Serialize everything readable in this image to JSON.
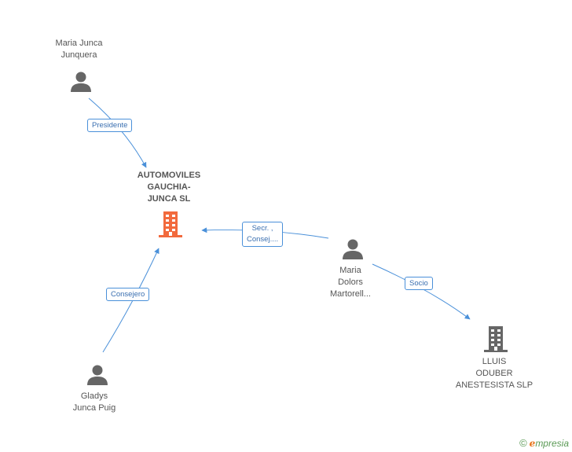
{
  "nodes": {
    "maria_junca": {
      "label_line1": "Maria Junca",
      "label_line2": "Junquera",
      "icon": "person-icon"
    },
    "automoviles": {
      "label_line1": "AUTOMOVILES",
      "label_line2": "GAUCHIA-",
      "label_line3": "JUNCA SL",
      "icon": "building-icon",
      "color": "#f26a3d"
    },
    "maria_dolors": {
      "label_line1": "Maria",
      "label_line2": "Dolors",
      "label_line3": "Martorell...",
      "icon": "person-icon"
    },
    "gladys": {
      "label_line1": "Gladys",
      "label_line2": "Junca Puig",
      "icon": "person-icon"
    },
    "lluis": {
      "label_line1": "LLUIS",
      "label_line2": "ODUBER",
      "label_line3": "ANESTESISTA SLP",
      "icon": "building-icon",
      "color": "#666666"
    }
  },
  "edges": {
    "presidente": {
      "label": "Presidente"
    },
    "secr": {
      "label_line1": "Secr. ,",
      "label_line2": "Consej...."
    },
    "socio": {
      "label": "Socio"
    },
    "consejero": {
      "label": "Consejero"
    }
  },
  "colors": {
    "edge": "#4a90d9",
    "person": "#666666",
    "main_company": "#f26a3d"
  },
  "brand": {
    "copyright": "©",
    "e": "e",
    "rest": "mpresia"
  }
}
